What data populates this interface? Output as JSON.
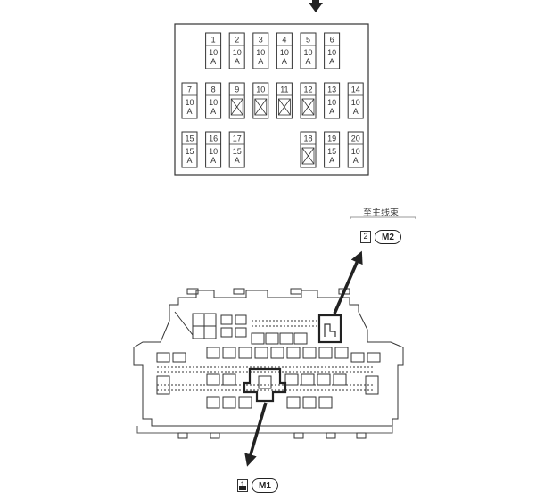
{
  "fuse_rows": [
    [
      {
        "no": "1",
        "amp": "10",
        "unit": "A"
      },
      {
        "no": "2",
        "amp": "10",
        "unit": "A"
      },
      {
        "no": "3",
        "amp": "10",
        "unit": "A"
      },
      {
        "no": "4",
        "amp": "10",
        "unit": "A"
      },
      {
        "no": "5",
        "amp": "10",
        "unit": "A"
      },
      {
        "no": "6",
        "amp": "10",
        "unit": "A"
      }
    ],
    [
      {
        "no": "7",
        "amp": "10",
        "unit": "A"
      },
      {
        "no": "8",
        "amp": "10",
        "unit": "A"
      },
      {
        "no": "9",
        "empty": true
      },
      {
        "no": "10",
        "empty": true
      },
      {
        "no": "11",
        "empty": true
      },
      {
        "no": "12",
        "empty": true
      },
      {
        "no": "13",
        "amp": "10",
        "unit": "A"
      },
      {
        "no": "14",
        "amp": "10",
        "unit": "A"
      }
    ],
    [
      {
        "no": "15",
        "amp": "15",
        "unit": "A"
      },
      {
        "no": "16",
        "amp": "10",
        "unit": "A"
      },
      {
        "no": "17",
        "amp": "15",
        "unit": "A"
      },
      {
        "no": "18",
        "empty": true
      },
      {
        "no": "19",
        "amp": "15",
        "unit": "A"
      },
      {
        "no": "20",
        "amp": "10",
        "unit": "A"
      }
    ]
  ],
  "harness_label": "至主线束",
  "connectors": {
    "m2": {
      "pin": "2",
      "name": "M2"
    },
    "m1": {
      "pin": "1",
      "name": "M1"
    }
  },
  "colors": {
    "line": "#333333",
    "arrow": "#222222"
  }
}
